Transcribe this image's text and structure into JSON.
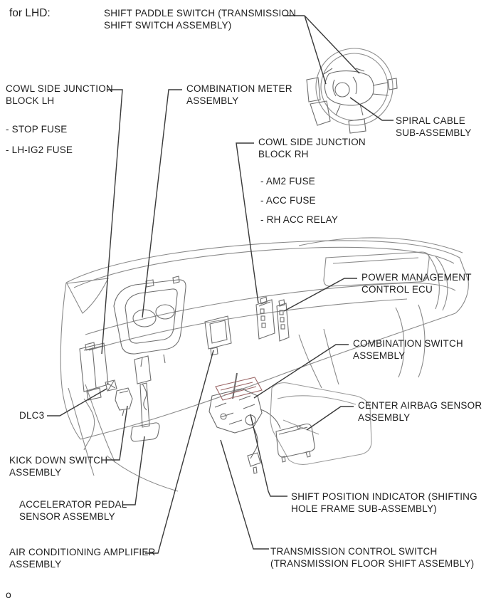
{
  "page": {
    "variant_label": "for LHD:",
    "footer_mark": "o",
    "colors": {
      "background": "#ffffff",
      "drawing_line": "#8a8a8a",
      "component_line": "#6e6e6e",
      "leader_line": "#3a3a3a",
      "text": "#1f1f1f",
      "shift_plate_accent": "#9a6565"
    }
  },
  "callouts": [
    {
      "id": "shift-paddle-switch",
      "text": "SHIFT PADDLE SWITCH (TRANSMISSION\nSHIFT SWITCH ASSEMBLY)"
    },
    {
      "id": "cowl-side-junction-block-lh",
      "text": "COWL SIDE JUNCTION\nBLOCK LH"
    },
    {
      "id": "stop-fuse",
      "text": "- STOP FUSE"
    },
    {
      "id": "lh-ig2-fuse",
      "text": "- LH-IG2 FUSE"
    },
    {
      "id": "combination-meter",
      "text": "COMBINATION METER\nASSEMBLY"
    },
    {
      "id": "spiral-cable",
      "text": "SPIRAL CABLE\nSUB-ASSEMBLY"
    },
    {
      "id": "cowl-side-junction-block-rh",
      "text": "COWL SIDE JUNCTION\nBLOCK RH"
    },
    {
      "id": "am2-fuse",
      "text": "- AM2 FUSE"
    },
    {
      "id": "acc-fuse",
      "text": "- ACC FUSE"
    },
    {
      "id": "rh-acc-relay",
      "text": "- RH ACC RELAY"
    },
    {
      "id": "power-management-control-ecu",
      "text": "POWER MANAGEMENT\nCONTROL ECU"
    },
    {
      "id": "combination-switch",
      "text": "COMBINATION SWITCH\nASSEMBLY"
    },
    {
      "id": "center-airbag-sensor",
      "text": "CENTER AIRBAG SENSOR\nASSEMBLY"
    },
    {
      "id": "dlc3",
      "text": "DLC3"
    },
    {
      "id": "kick-down-switch",
      "text": "KICK DOWN SWITCH\nASSEMBLY"
    },
    {
      "id": "accelerator-pedal-sensor",
      "text": "ACCELERATOR PEDAL\nSENSOR ASSEMBLY"
    },
    {
      "id": "air-conditioning-amplifier",
      "text": "AIR CONDITIONING AMPLIFIER\nASSEMBLY"
    },
    {
      "id": "shift-position-indicator",
      "text": "SHIFT POSITION INDICATOR (SHIFTING\nHOLE FRAME SUB-ASSEMBLY)"
    },
    {
      "id": "transmission-control-switch",
      "text": "TRANSMISSION CONTROL SWITCH\n(TRANSMISSION FLOOR SHIFT ASSEMBLY)"
    }
  ]
}
